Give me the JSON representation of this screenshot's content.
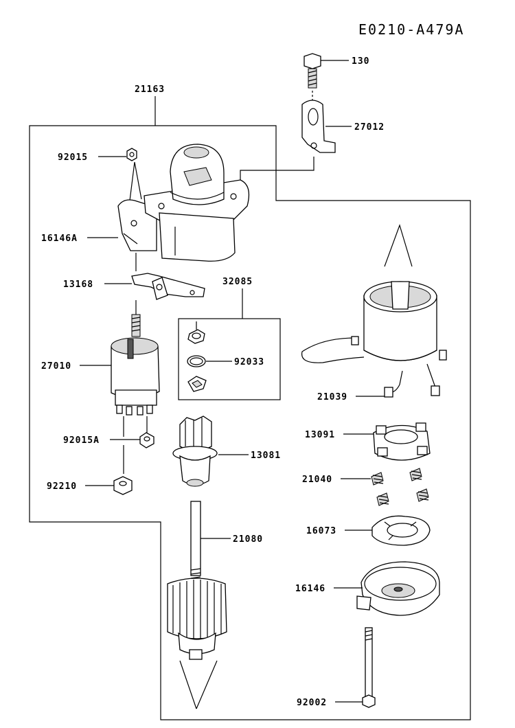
{
  "diagram_code": "E0210-A479A",
  "parts": {
    "p130": "130",
    "p27012": "27012",
    "p21163": "21163",
    "p92015": "92015",
    "p16146A": "16146A",
    "p13168": "13168",
    "p32085": "32085",
    "p27010": "27010",
    "p92033": "92033",
    "p21039": "21039",
    "p13091": "13091",
    "p92015A": "92015A",
    "p13081": "13081",
    "p92210": "92210",
    "p21040": "21040",
    "p16073": "16073",
    "p21080": "21080",
    "p16146": "16146",
    "p92002": "92002"
  }
}
